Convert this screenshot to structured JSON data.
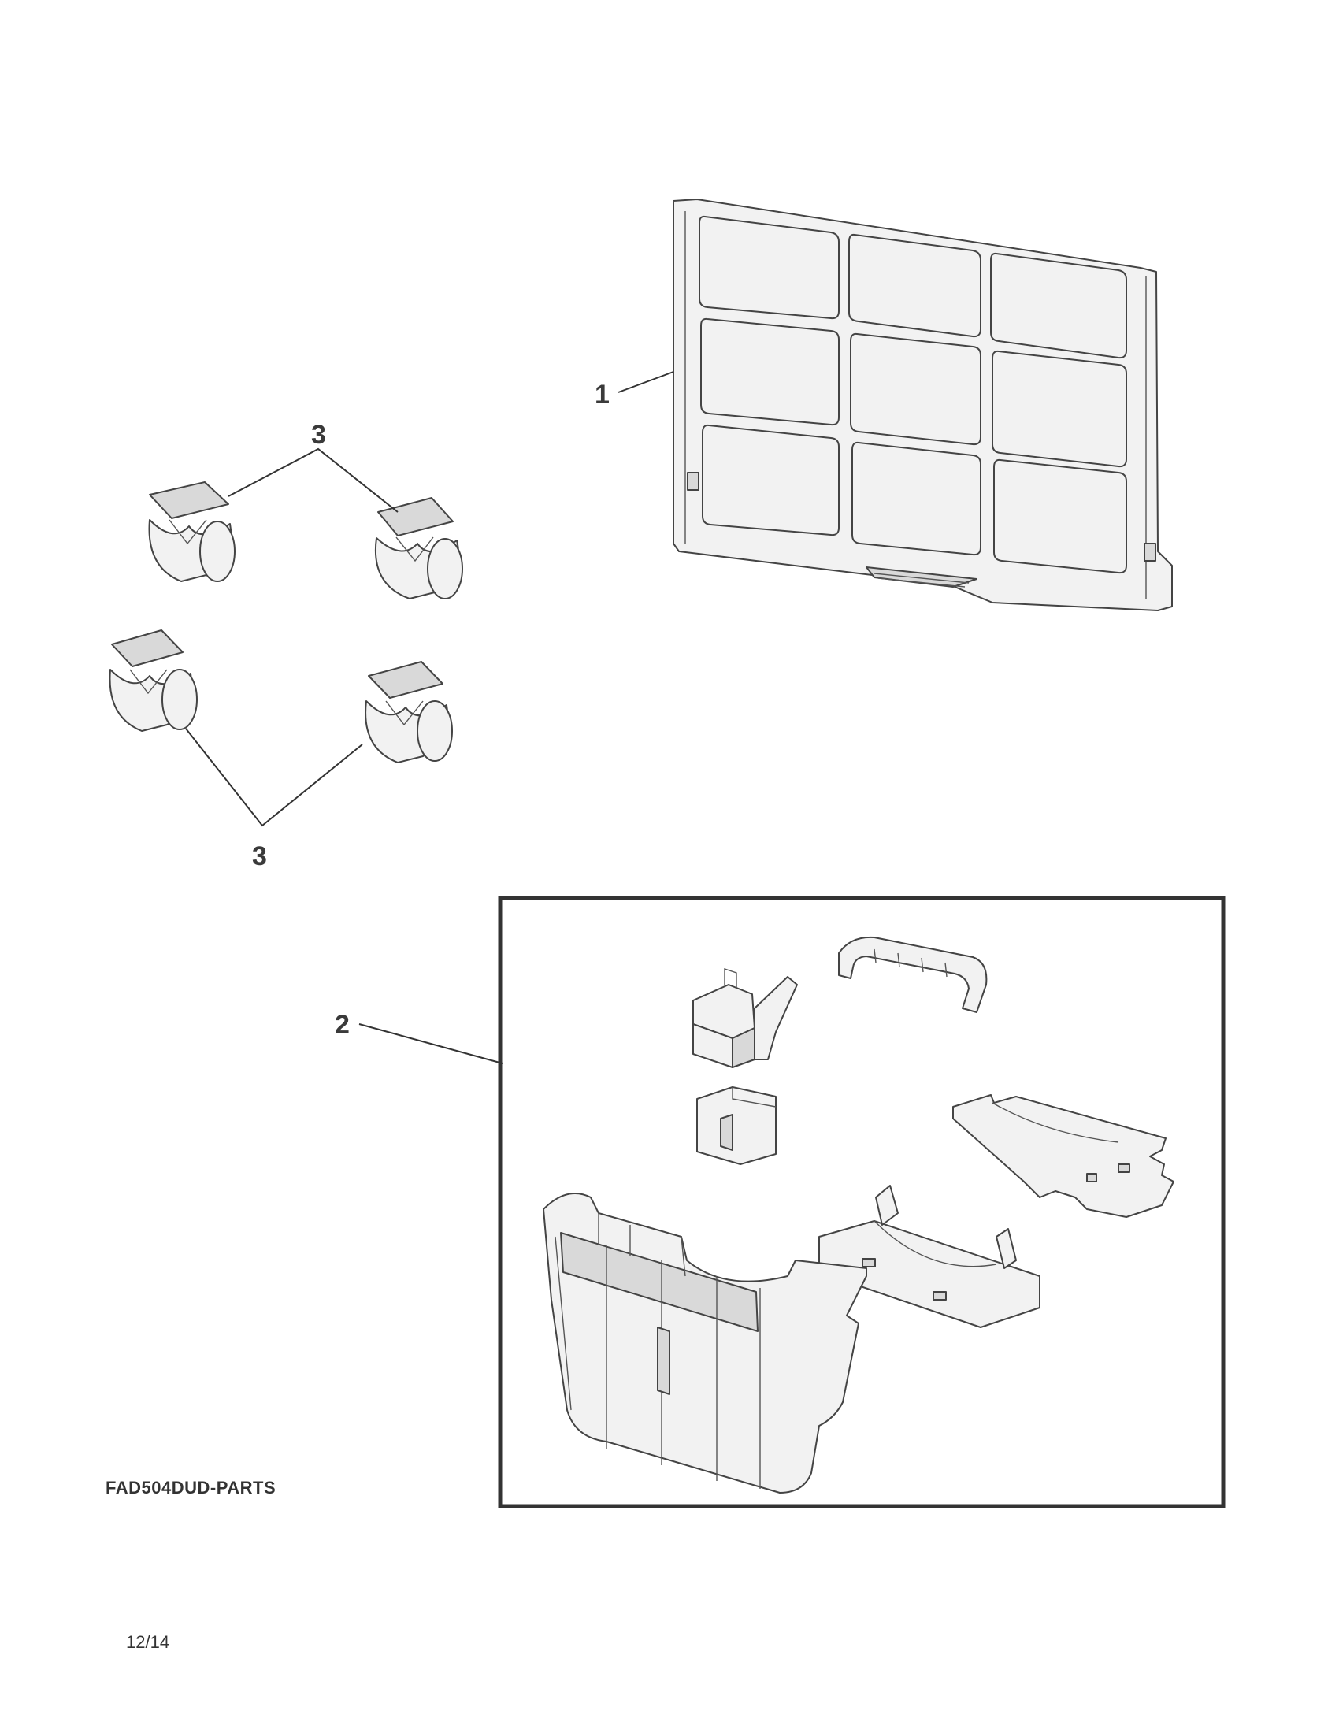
{
  "callouts": {
    "filter": "1",
    "bucket_kit": "2",
    "casters_top": "3",
    "casters_bottom": "3"
  },
  "footer": {
    "model_code": "FAD504DUD-PARTS",
    "date": "12/14"
  }
}
